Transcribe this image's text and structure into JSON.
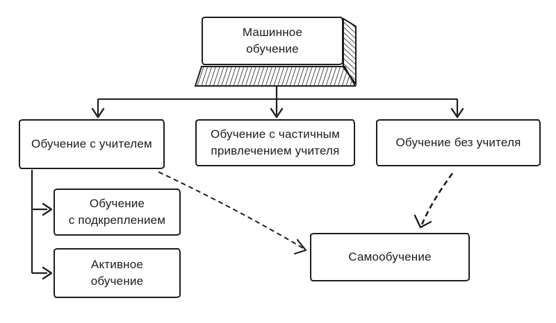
{
  "diagram": {
    "nodes": {
      "machine_learning": {
        "lines": [
          "Машинное",
          "обучение"
        ]
      },
      "supervised": {
        "lines": [
          "Обучение с учителем"
        ]
      },
      "semi_supervised": {
        "lines": [
          "Обучение с частичным",
          "привлечением учителя"
        ]
      },
      "unsupervised": {
        "lines": [
          "Обучение без учителя"
        ]
      },
      "reinforcement": {
        "lines": [
          "Обучение",
          "с подкреплением"
        ]
      },
      "active": {
        "lines": [
          "Активное",
          "обучение"
        ]
      },
      "self_learning": {
        "lines": [
          "Самообучение"
        ]
      }
    },
    "edges": [
      {
        "from": "machine_learning",
        "to": "supervised",
        "style": "solid-arrow"
      },
      {
        "from": "machine_learning",
        "to": "semi_supervised",
        "style": "solid-arrow"
      },
      {
        "from": "machine_learning",
        "to": "unsupervised",
        "style": "solid-arrow"
      },
      {
        "from": "supervised",
        "to": "reinforcement",
        "style": "solid-arrow"
      },
      {
        "from": "supervised",
        "to": "active",
        "style": "solid-arrow"
      },
      {
        "from": "supervised",
        "to": "self_learning",
        "style": "dashed-arrow"
      },
      {
        "from": "unsupervised",
        "to": "self_learning",
        "style": "dashed-arrow"
      }
    ],
    "colors": {
      "stroke": "#1c1c1c",
      "background": "#ffffff"
    }
  }
}
